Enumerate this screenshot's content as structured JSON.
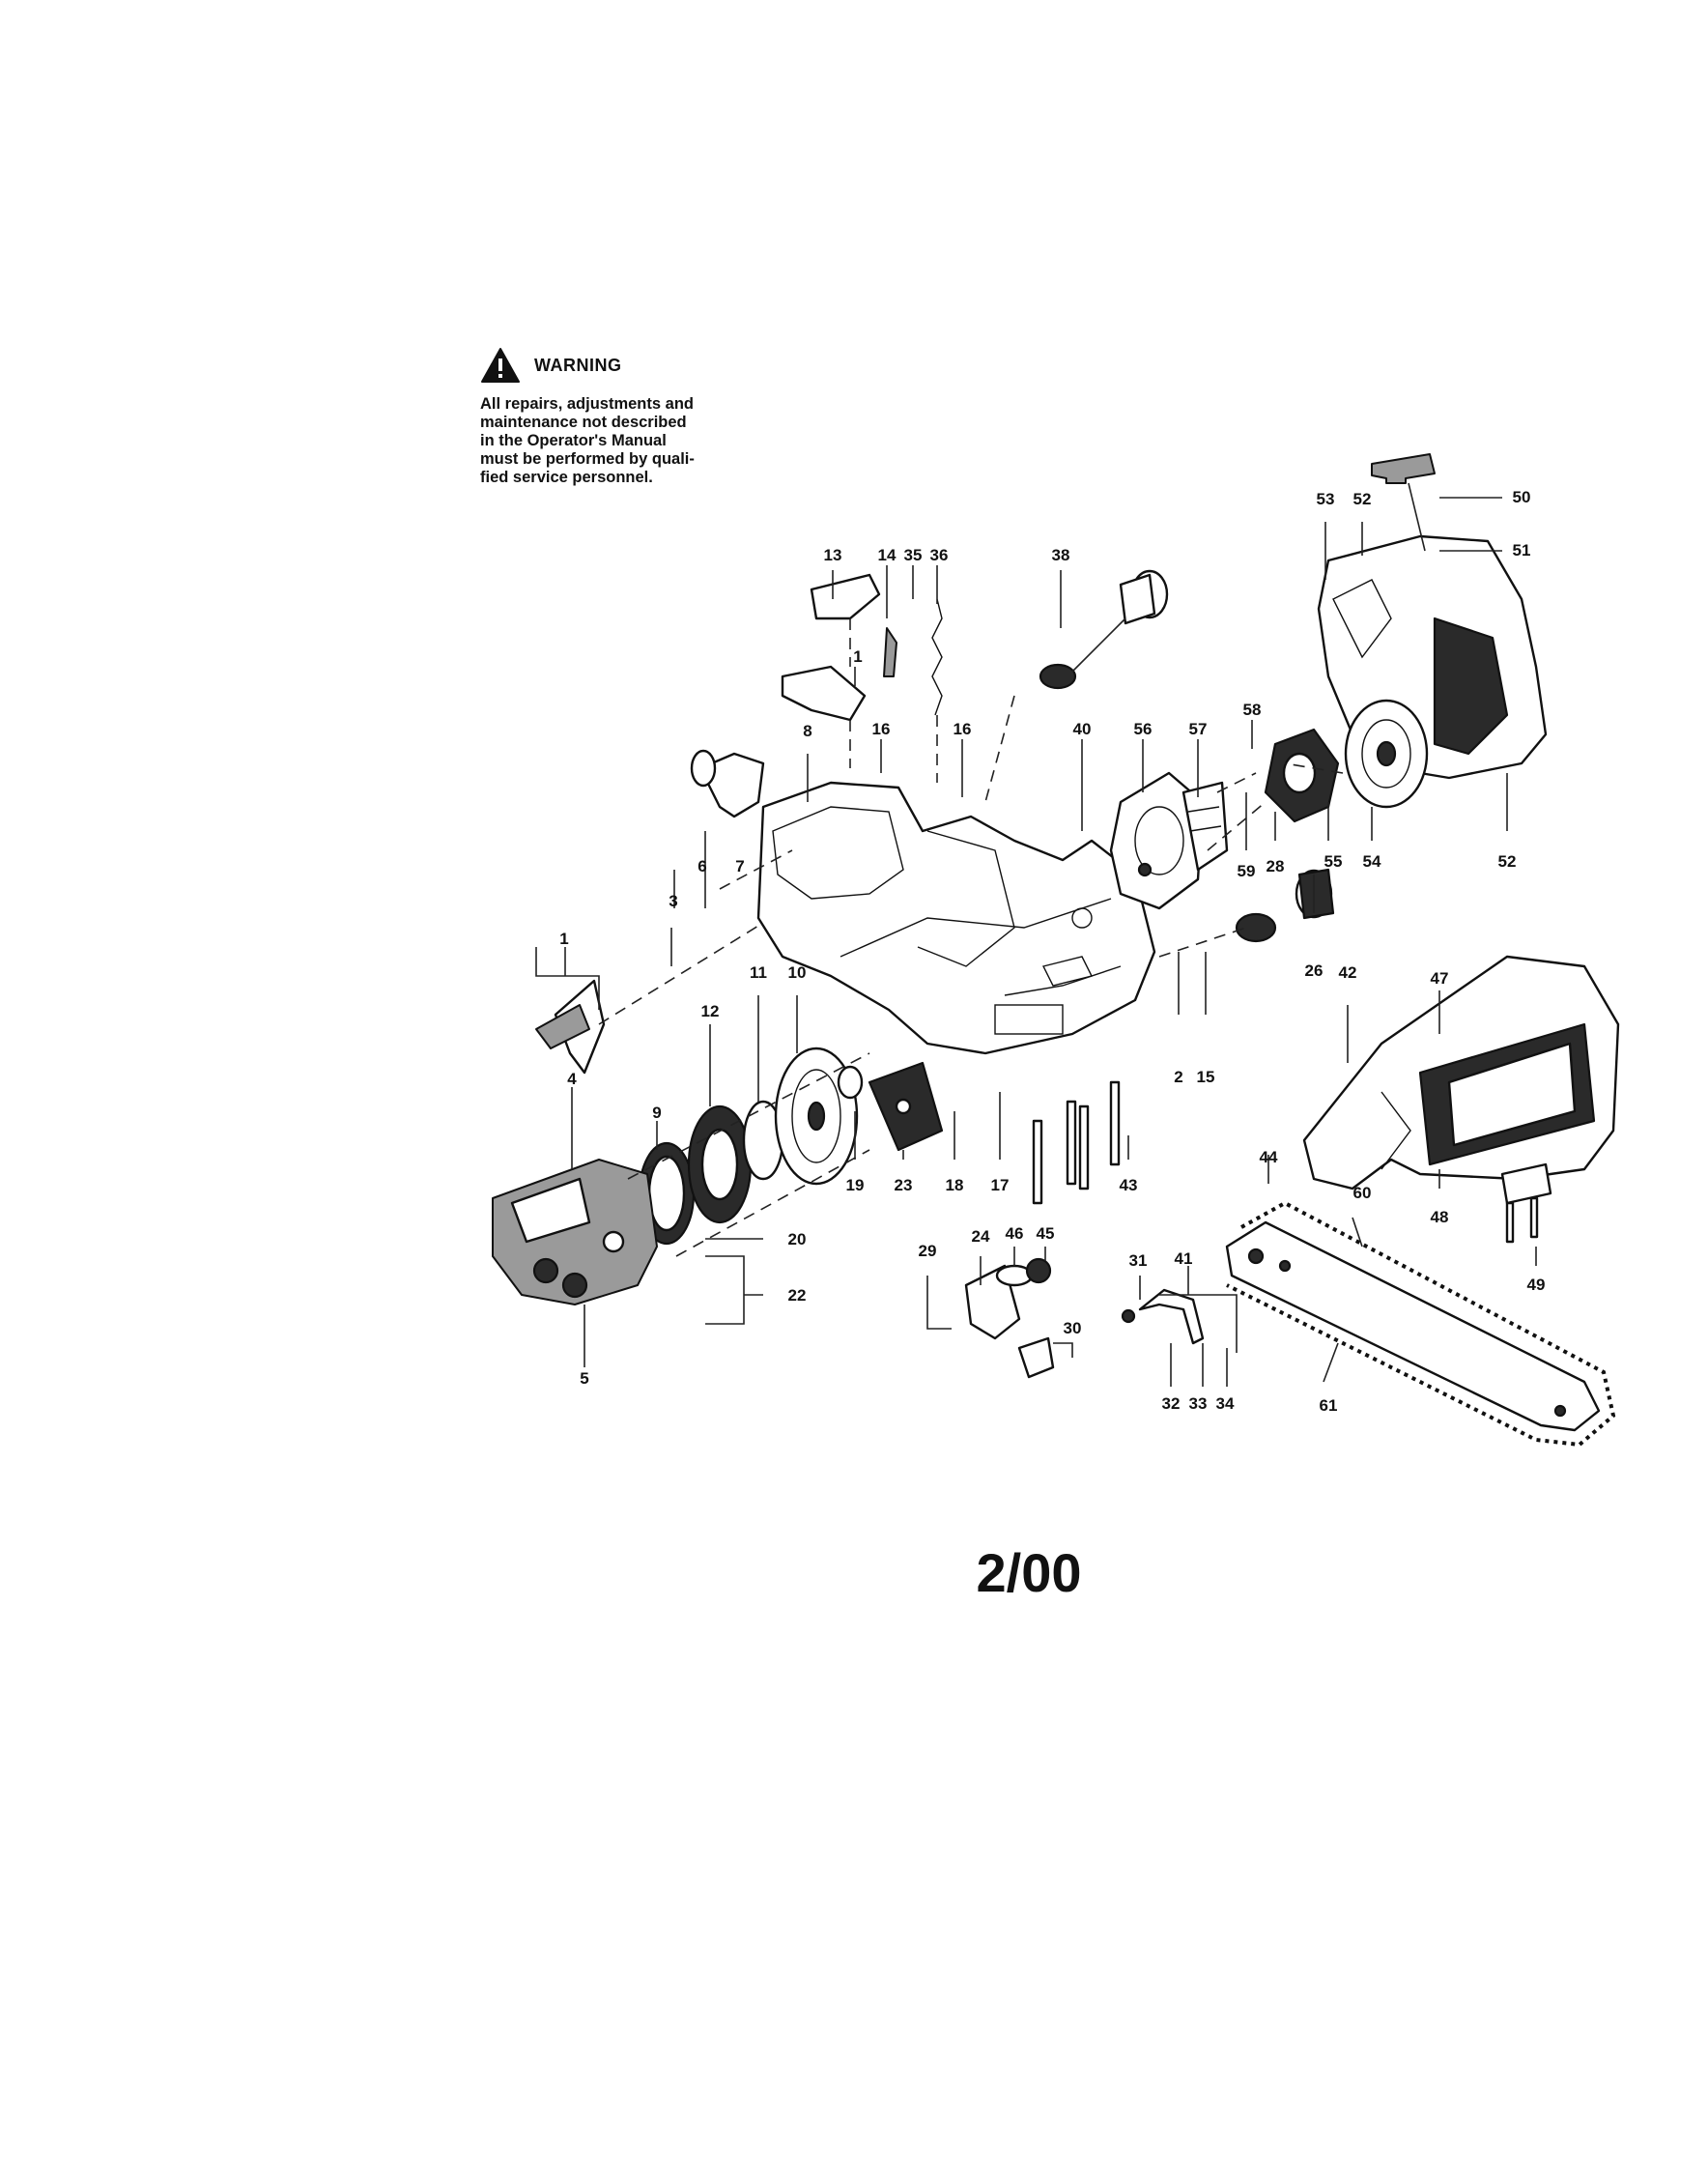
{
  "warning": {
    "icon": "warning-triangle-icon",
    "title": "WARNING",
    "lines": [
      "All repairs, adjustments and",
      "maintenance not described",
      "in the Operator's Manual",
      "must be performed by quali-",
      "fied service personnel."
    ]
  },
  "footer": {
    "date": "2/00"
  },
  "diagram": {
    "callouts": [
      "1",
      "1",
      "2",
      "3",
      "4",
      "5",
      "6",
      "7",
      "8",
      "9",
      "10",
      "11",
      "12",
      "13",
      "14",
      "15",
      "16",
      "16",
      "17",
      "18",
      "19",
      "20",
      "22",
      "23",
      "24",
      "26",
      "28",
      "29",
      "30",
      "31",
      "32",
      "33",
      "34",
      "35",
      "36",
      "38",
      "40",
      "41",
      "42",
      "43",
      "44",
      "45",
      "46",
      "47",
      "48",
      "49",
      "50",
      "51",
      "52",
      "52",
      "53",
      "54",
      "55",
      "56",
      "57",
      "58",
      "59",
      "60",
      "61"
    ]
  }
}
